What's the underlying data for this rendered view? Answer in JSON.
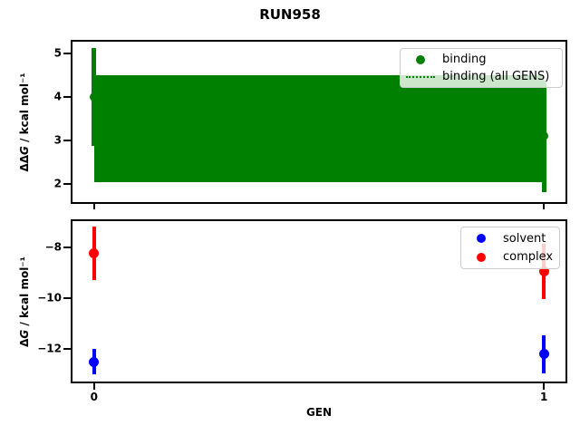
{
  "figure": {
    "suptitle": "RUN958",
    "background": "#ffffff"
  },
  "colors": {
    "binding": "#008000",
    "solvent": "#0000ff",
    "complex": "#ff0000",
    "axis": "#000000",
    "legend_border": "#cccccc"
  },
  "legends": {
    "top": {
      "position": "upper right",
      "items": [
        {
          "label": "binding",
          "marker": "dot",
          "color": "#008000"
        },
        {
          "label": "binding (all GENS)",
          "marker": "dotted-line",
          "color": "#008000"
        }
      ]
    },
    "bottom": {
      "position": "upper right",
      "items": [
        {
          "label": "solvent",
          "marker": "dot",
          "color": "#0000ff"
        },
        {
          "label": "complex",
          "marker": "dot",
          "color": "#ff0000"
        }
      ]
    }
  },
  "chart_data": [
    {
      "type": "scatter",
      "subplot": "top",
      "ylabel": "ΔΔG / kcal mol⁻¹",
      "ylabel_parts": {
        "pre": "ΔΔ",
        "var": "G",
        "post": " / kcal mol⁻¹"
      },
      "xlim": [
        -0.05,
        1.05
      ],
      "ylim": [
        1.58,
        5.28
      ],
      "yticks": [
        2,
        3,
        4,
        5
      ],
      "xticks": [
        0,
        1
      ],
      "x_tick_labels_visible": false,
      "grid": false,
      "series": [
        {
          "name": "binding",
          "kind": "errorbar-scatter",
          "color": "#008000",
          "x": [
            0,
            1
          ],
          "y": [
            4.0,
            3.1
          ],
          "yerr": [
            1.13,
            1.28
          ]
        },
        {
          "name": "binding (all GENS)",
          "kind": "band-with-dotted-mean",
          "color": "#008000",
          "x_range": [
            0,
            1
          ],
          "mean": 3.28,
          "lo": 2.05,
          "hi": 4.5
        }
      ]
    },
    {
      "type": "scatter",
      "subplot": "bottom",
      "ylabel": "ΔG / kcal mol⁻¹",
      "ylabel_parts": {
        "pre": "Δ",
        "var": "G",
        "post": " / kcal mol⁻¹"
      },
      "xlabel": "GEN",
      "xlim": [
        -0.05,
        1.05
      ],
      "ylim": [
        -13.3,
        -6.95
      ],
      "yticks": [
        -8,
        -10,
        -12
      ],
      "xticks": [
        0,
        1
      ],
      "x_tick_labels_visible": true,
      "grid": false,
      "series": [
        {
          "name": "solvent",
          "kind": "errorbar-scatter",
          "color": "#0000ff",
          "x": [
            0,
            1
          ],
          "y": [
            -12.5,
            -12.2
          ],
          "yerr": [
            0.5,
            0.75
          ]
        },
        {
          "name": "complex",
          "kind": "errorbar-scatter",
          "color": "#ff0000",
          "x": [
            0,
            1
          ],
          "y": [
            -8.25,
            -8.95
          ],
          "yerr": [
            1.05,
            1.1
          ]
        }
      ]
    }
  ]
}
